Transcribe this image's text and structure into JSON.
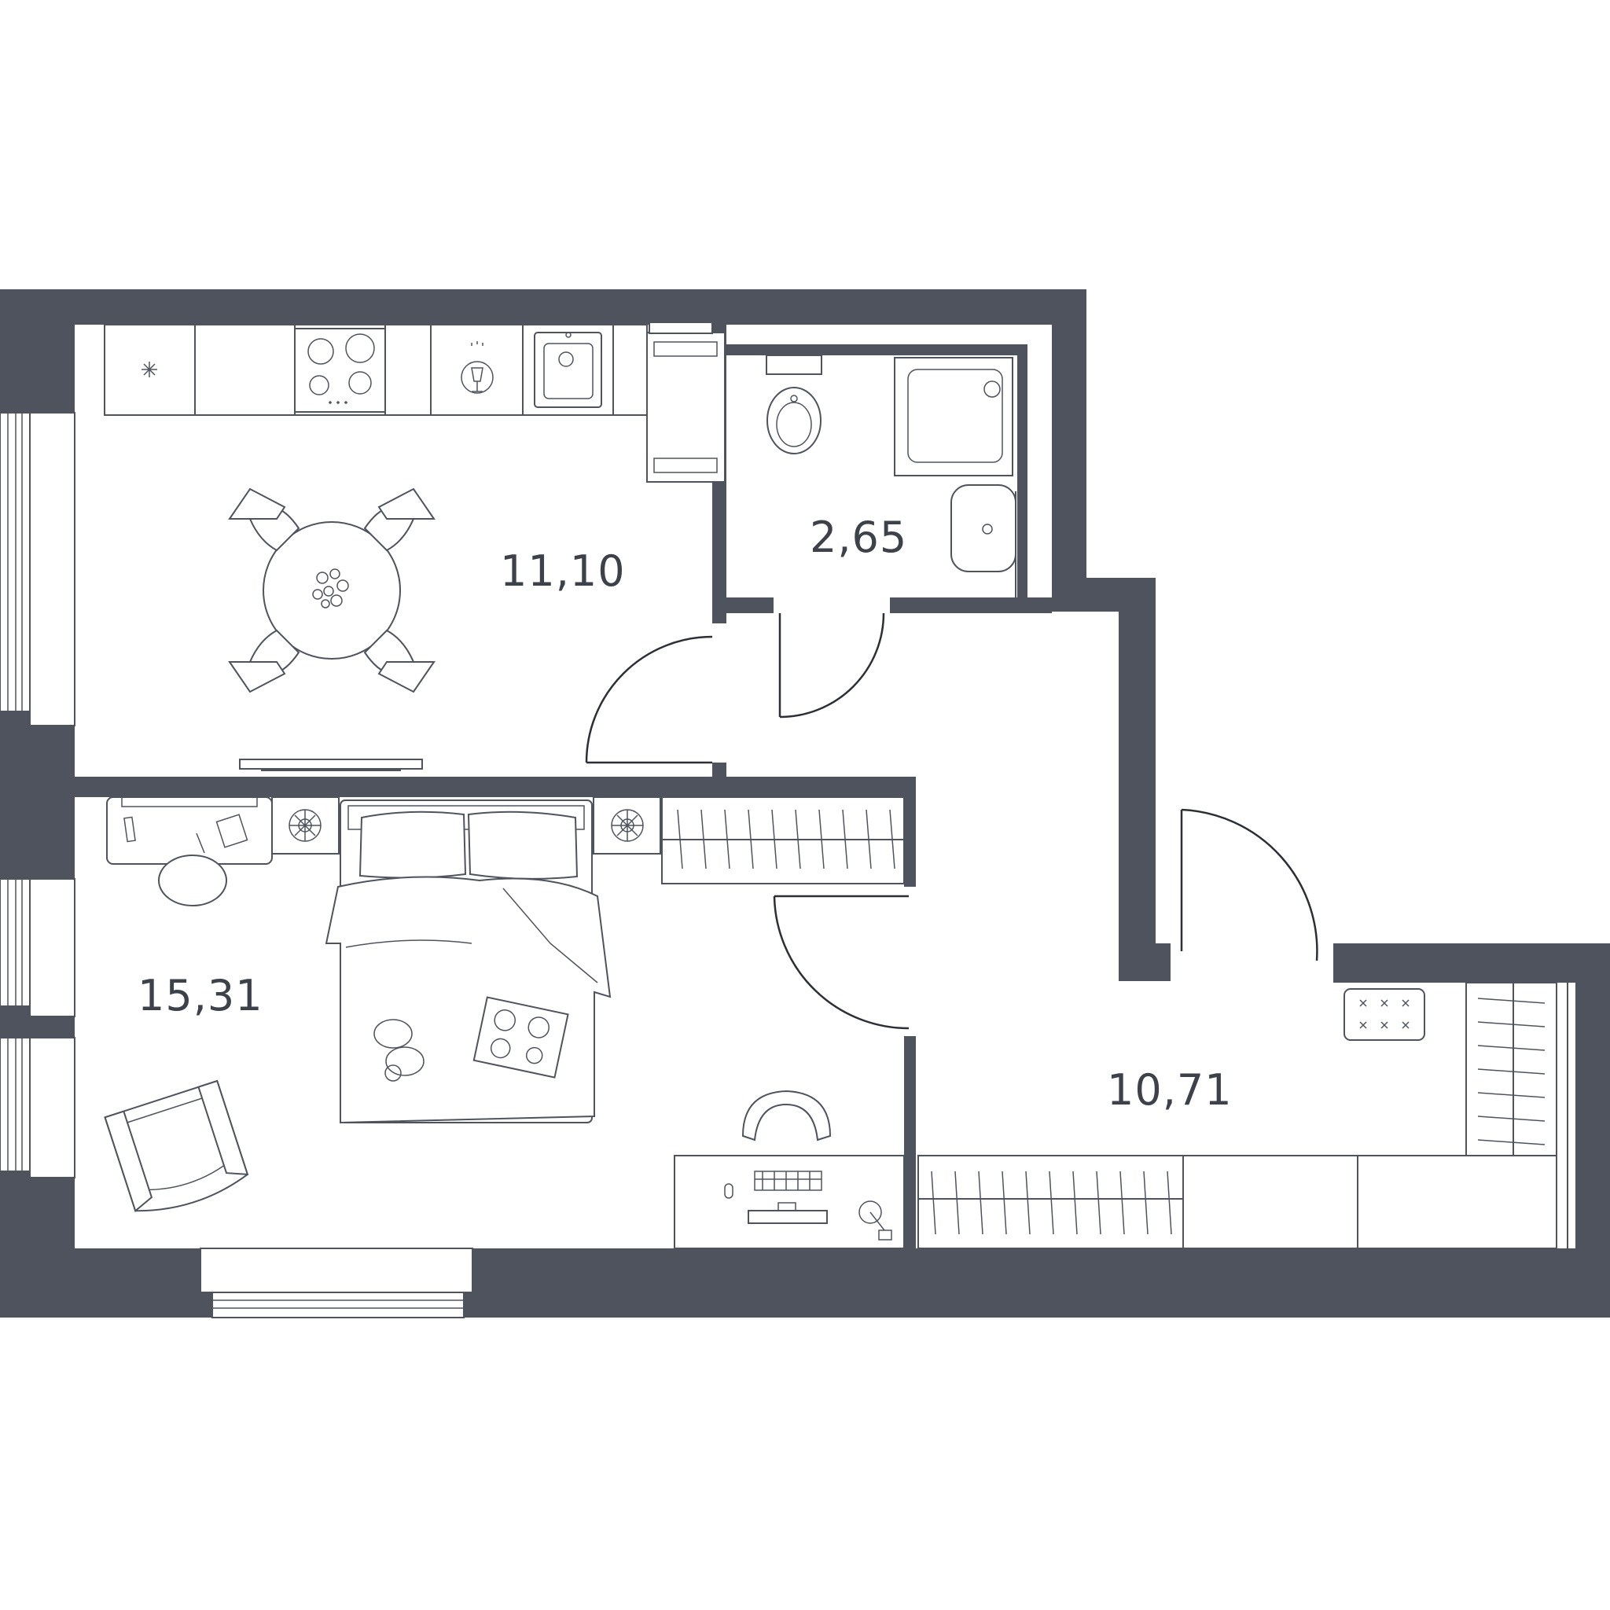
{
  "rooms": {
    "kitchen": {
      "area": "11,10"
    },
    "bathroom": {
      "area": "2,65"
    },
    "bedroom": {
      "area": "15,31"
    },
    "hallway": {
      "area": "10,71"
    }
  },
  "colors": {
    "wall": "#4e535e",
    "line": "#4e535e",
    "background": "#ffffff"
  }
}
